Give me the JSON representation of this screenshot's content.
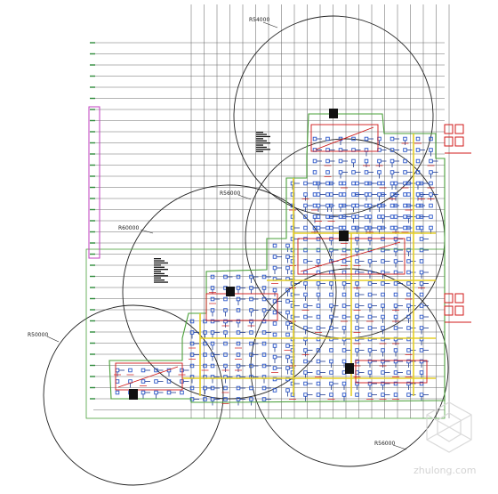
{
  "drawing": {
    "crane_labels": [
      {
        "id": "crane-top",
        "text": "R54000"
      },
      {
        "id": "crane-middle",
        "text": "R56000"
      },
      {
        "id": "crane-left",
        "text": "R60000"
      },
      {
        "id": "crane-bottom-left",
        "text": "R50000"
      },
      {
        "id": "crane-bottom-right",
        "text": "R56000"
      }
    ]
  },
  "watermark": {
    "text": "zhulong.com"
  },
  "colors": {
    "grid": "#6b6b6b",
    "circle": "#222222",
    "building_outline": "#4aa03a",
    "column": "#2b57c9",
    "wall_red": "#d01818",
    "beam_yellow": "#e5cf26",
    "magenta": "#c040c0"
  }
}
